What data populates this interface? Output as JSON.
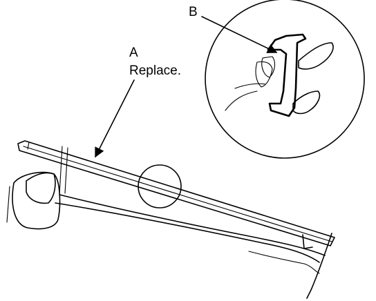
{
  "callouts": {
    "a": {
      "letter": "A",
      "note": "Replace."
    },
    "b": {
      "letter": "B"
    }
  },
  "colors": {
    "line": "#000000",
    "background": "#ffffff"
  }
}
